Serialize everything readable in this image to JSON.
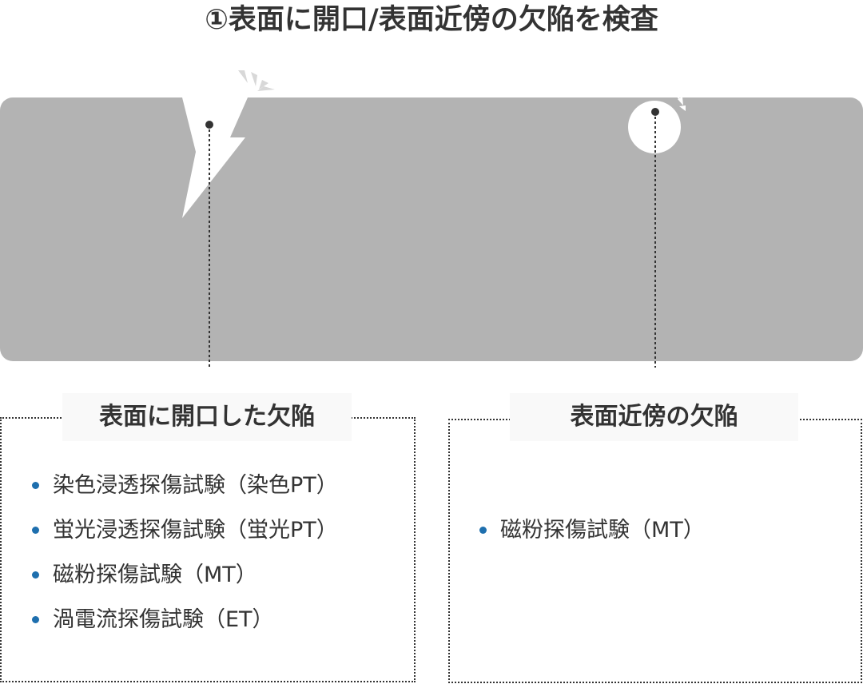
{
  "title": "①表面に開口/表面近傍の欠陥を検査",
  "colors": {
    "plate": "#b3b3b3",
    "bullet": "#1e6fae",
    "text": "#333333",
    "defect": "#ffffff",
    "spark": "#d8d8d8"
  },
  "panels": {
    "left": {
      "heading": "表面に開口した欠陥",
      "items": [
        {
          "label": "染色浸透探傷試験（染色PT）"
        },
        {
          "label": "蛍光浸透探傷試験（蛍光PT）"
        },
        {
          "label": "磁粉探傷試験（MT）"
        },
        {
          "label": "渦電流探傷試験（ET）"
        }
      ]
    },
    "right": {
      "heading": "表面近傍の欠陥",
      "items": [
        {
          "label": "磁粉探傷試験（MT）"
        }
      ]
    }
  }
}
